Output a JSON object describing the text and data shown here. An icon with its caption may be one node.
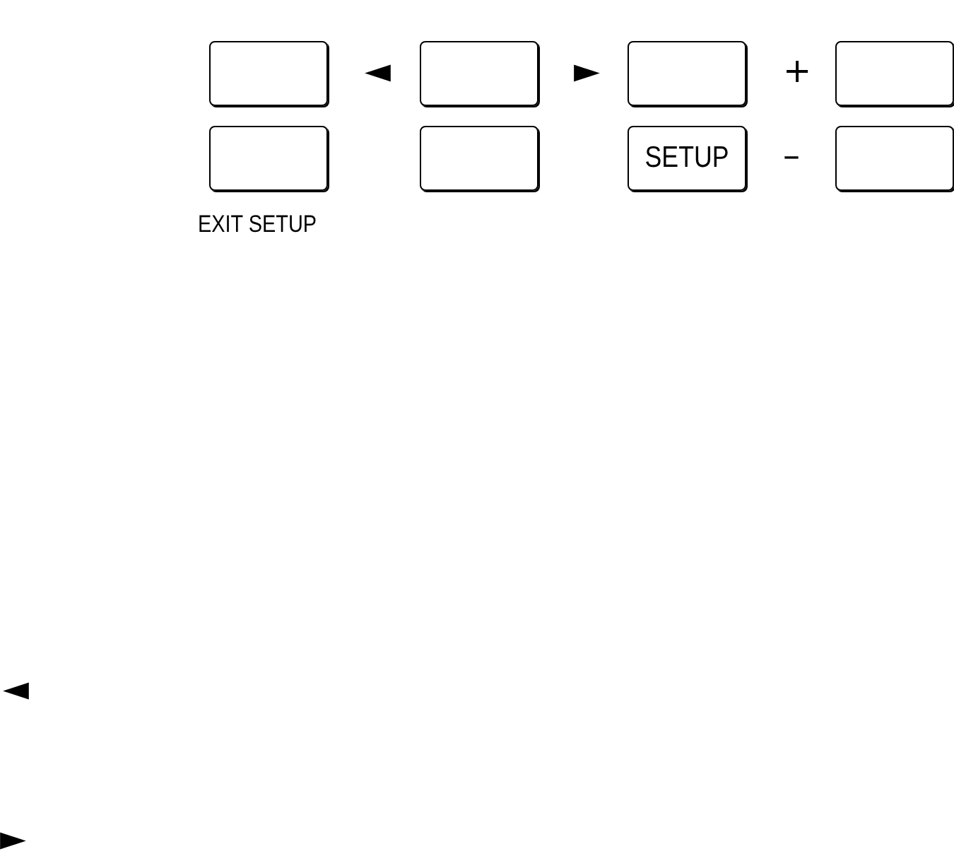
{
  "diagram": {
    "nodes": [
      {
        "text": [],
        "shape": "box"
      },
      {
        "text": [],
        "shape": "box",
        "beside": [
          "◄"
        ]
      },
      {
        "text": [],
        "shape": "box",
        "beside": [
          "►"
        ]
      },
      {
        "text": [],
        "shape": "box",
        "beside": [
          "+"
        ]
      },
      {
        "text": [],
        "shape": "box",
        "beside": [
          "EXIT SETUP"
        ]
      },
      {
        "text": [],
        "shape": "box"
      },
      {
        "text": [
          "SETUP"
        ]
      },
      {
        "text": [],
        "shape": "box",
        "beside": [
          "–"
        ]
      }
    ],
    "labels": [
      "◄",
      "►"
    ]
  }
}
